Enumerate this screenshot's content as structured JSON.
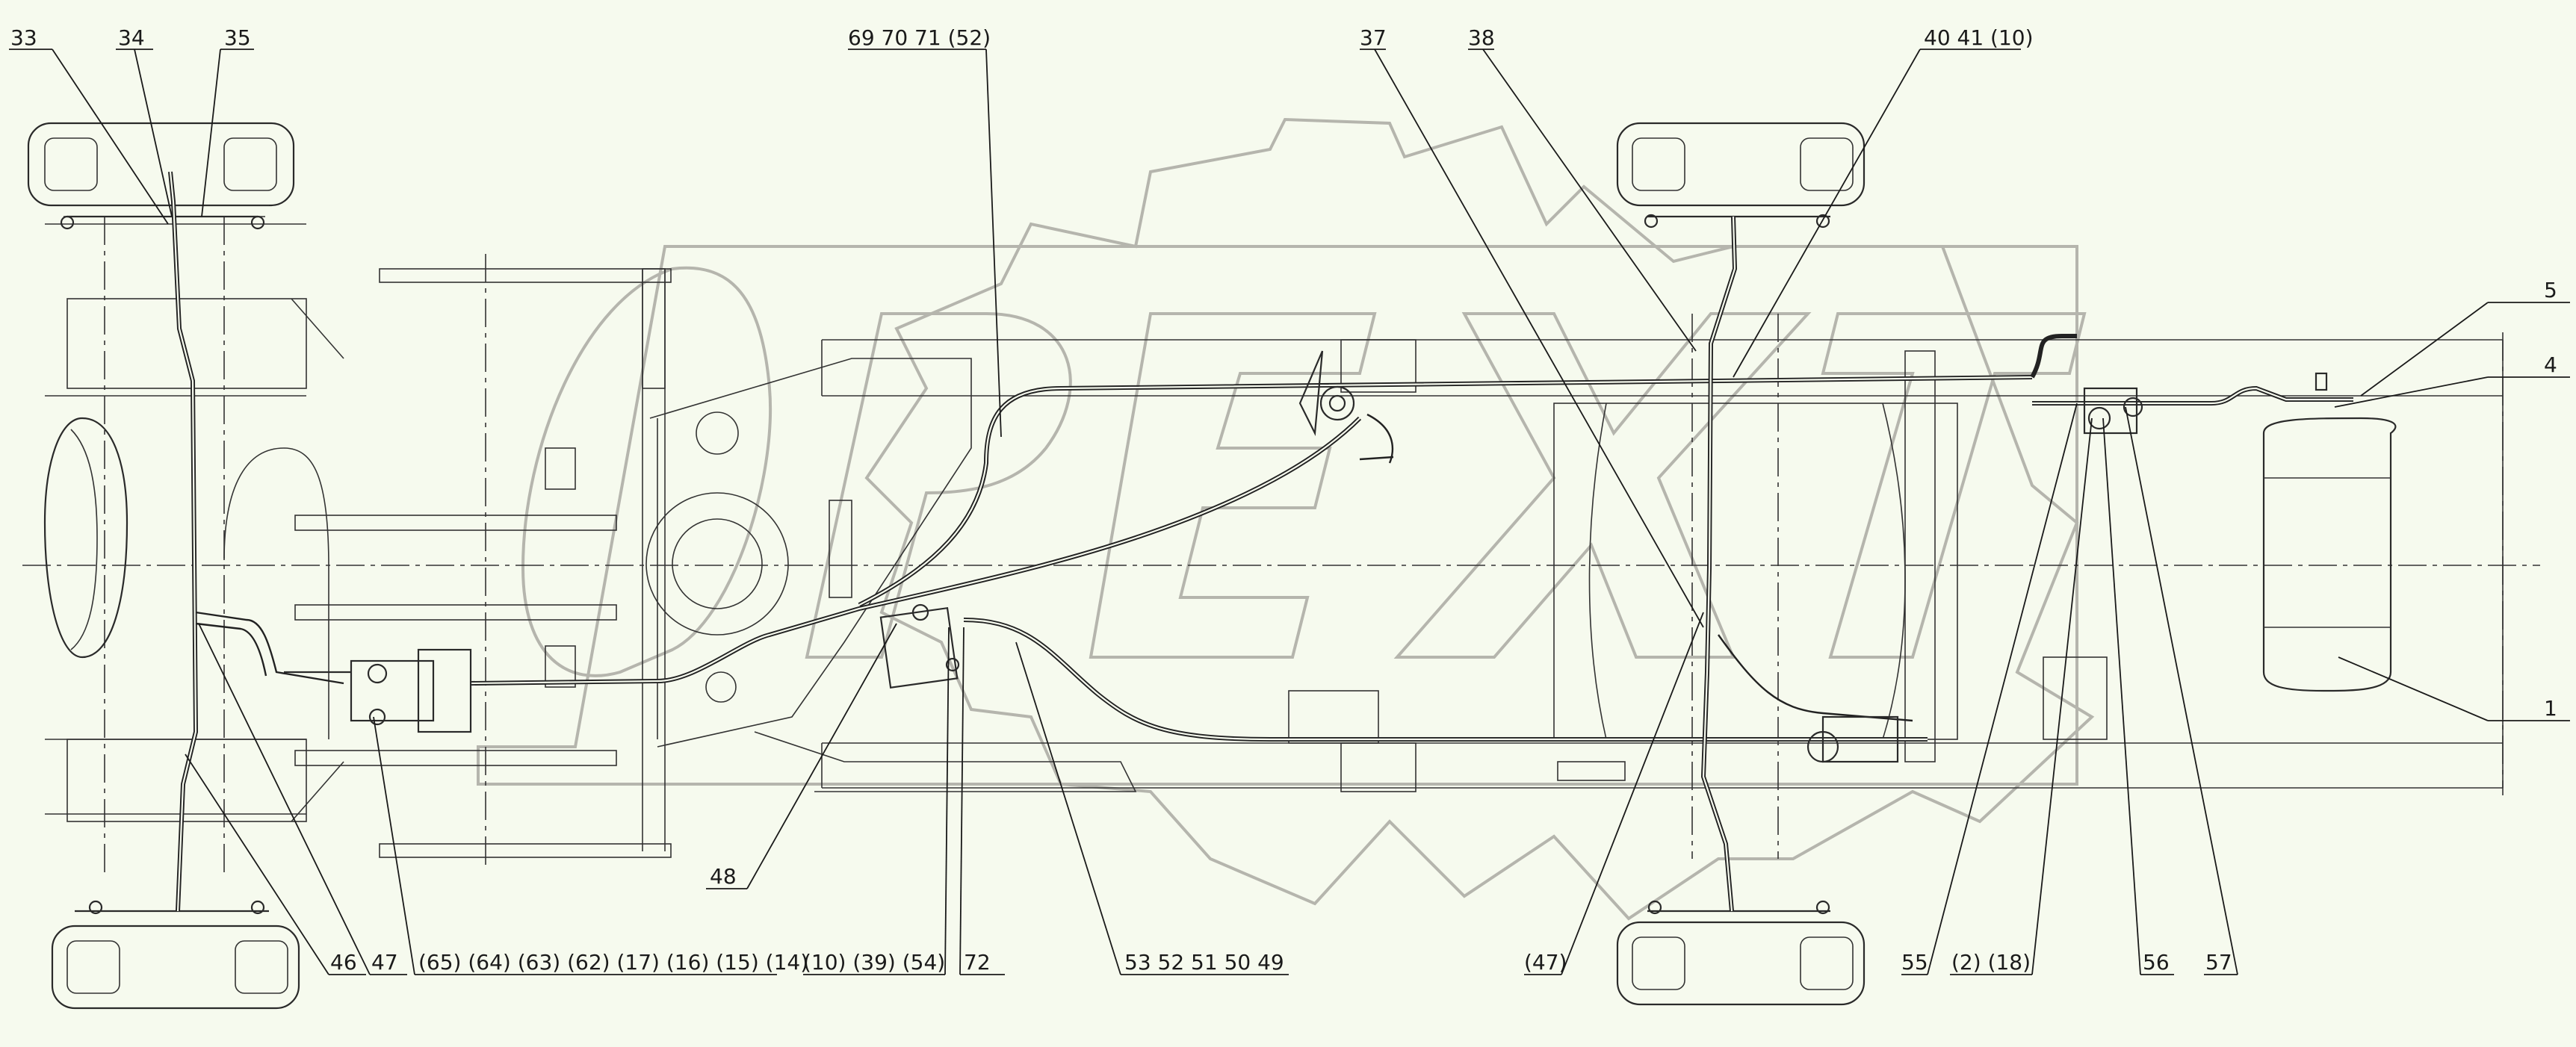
{
  "diagram": {
    "callouts_top": [
      "33",
      "34",
      "35",
      "69 70 71 (52)",
      "37",
      "38",
      "40 41 (10)"
    ],
    "callouts_right": [
      "5",
      "4",
      "1"
    ],
    "callouts_bottom": [
      "46",
      "47",
      "(65) (64) (63) (62) (17) (16) (15) (14)",
      "48",
      "(10) (39) (54)",
      "72",
      "53 52 51 50 49",
      "(47)",
      "55",
      "(2) (18)",
      "56",
      "57"
    ],
    "colors": {
      "background": "#f6faee",
      "line": "#2a2a2a",
      "watermark": "#b5b5ad"
    }
  }
}
